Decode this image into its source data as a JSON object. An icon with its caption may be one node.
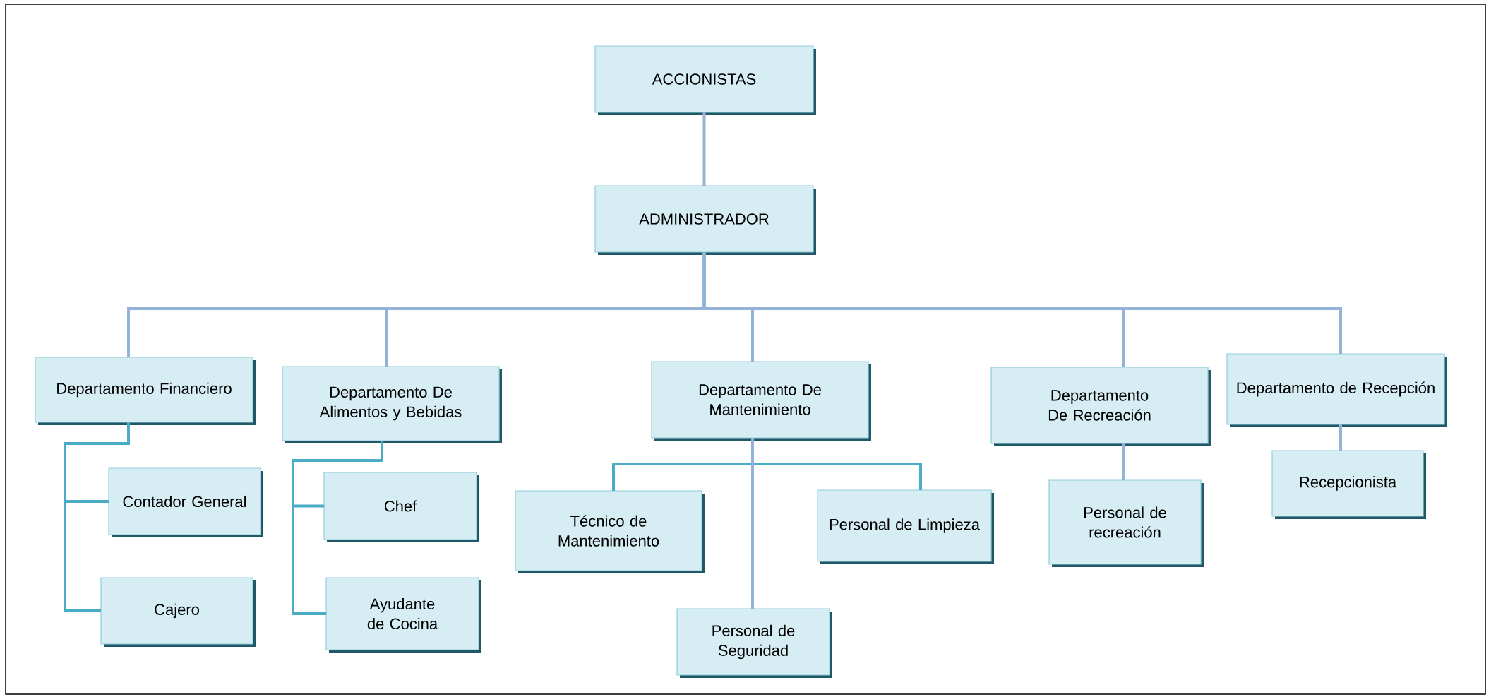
{
  "diagram": {
    "nodes": [
      {
        "text": [
          "ACCIONISTAS"
        ]
      },
      {
        "text": [
          "ADMINISTRADOR"
        ]
      },
      {
        "text": [
          "Departamento Financiero"
        ]
      },
      {
        "text": [
          "Departamento De Alimentos y Bebidas"
        ]
      },
      {
        "text": [
          "Departamento De Mantenimiento"
        ]
      },
      {
        "text": [
          "Departamento De Recreación"
        ]
      },
      {
        "text": [
          "Departamento de Recepción"
        ]
      },
      {
        "text": [
          "Contador General"
        ]
      },
      {
        "text": [
          "Cajero"
        ]
      },
      {
        "text": [
          "Chef"
        ]
      },
      {
        "text": [
          "Ayudante de Cocina"
        ]
      },
      {
        "text": [
          "Técnico de Mantenimiento"
        ]
      },
      {
        "text": [
          "Personal de Limpieza"
        ]
      },
      {
        "text": [
          "Personal de Seguridad"
        ]
      },
      {
        "text": [
          "Personal de recreación"
        ]
      },
      {
        "text": [
          "Recepcionista"
        ]
      }
    ],
    "edges": [
      {
        "from": 0,
        "to": 1,
        "arrow": "none"
      },
      {
        "from": 1,
        "to": 2,
        "arrow": "none"
      },
      {
        "from": 1,
        "to": 3,
        "arrow": "none"
      },
      {
        "from": 1,
        "to": 4,
        "arrow": "none"
      },
      {
        "from": 1,
        "to": 5,
        "arrow": "none"
      },
      {
        "from": 1,
        "to": 6,
        "arrow": "none"
      },
      {
        "from": 2,
        "to": 7,
        "arrow": "none",
        "color": "#4bacc6"
      },
      {
        "from": 2,
        "to": 8,
        "arrow": "none",
        "color": "#4bacc6"
      },
      {
        "from": 3,
        "to": 9,
        "arrow": "none",
        "color": "#4bacc6"
      },
      {
        "from": 3,
        "to": 10,
        "arrow": "none",
        "color": "#4bacc6"
      },
      {
        "from": 4,
        "to": 11,
        "arrow": "none",
        "color": "#4bacc6"
      },
      {
        "from": 4,
        "to": 12,
        "arrow": "none",
        "color": "#4bacc6"
      },
      {
        "from": 4,
        "to": 13,
        "arrow": "none"
      },
      {
        "from": 5,
        "to": 14,
        "arrow": "none"
      },
      {
        "from": 6,
        "to": 15,
        "arrow": "none"
      }
    ]
  }
}
